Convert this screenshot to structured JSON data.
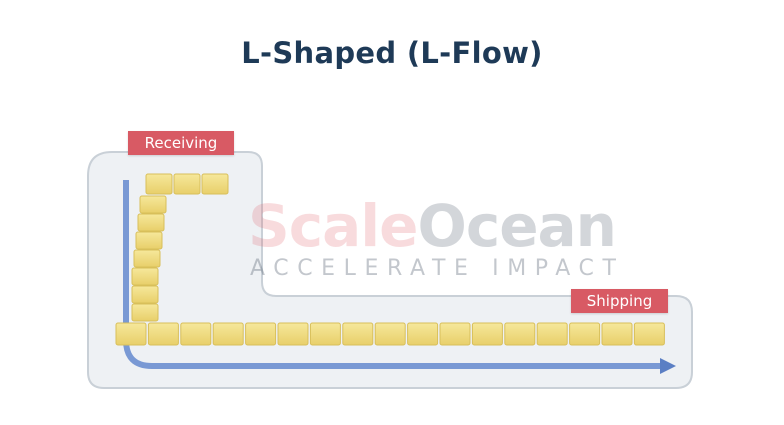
{
  "title": "L-Shaped (L-Flow)",
  "labels": {
    "receiving": "Receiving",
    "shipping": "Shipping"
  },
  "watermark": {
    "part1": "Scale",
    "part2": "Ocean",
    "tagline": "ACCELERATE IMPACT"
  },
  "colors": {
    "title": "#1e3a57",
    "tag": "#d85a64",
    "floor": "#eef1f4",
    "floor_border": "#c9d0d7",
    "box": "#f2df8a",
    "arrow": "#6b8fd0"
  }
}
